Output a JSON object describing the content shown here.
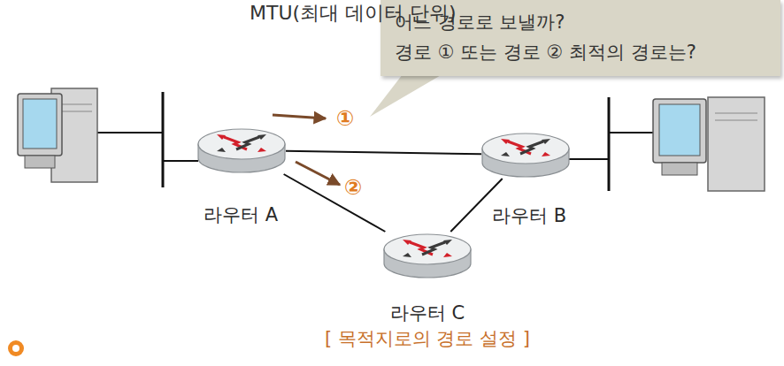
{
  "diagram": {
    "title": "MTU(최대 데이터 단위)",
    "caption": "[ 목적지로의 경로 설정 ]",
    "nodes": [
      {
        "text": [
          "어느 경로로 보낼까?",
          "경로 ① 또는 경로 ② 최적의 경로는?"
        ]
      },
      {
        "text": [
          "라우터 A"
        ]
      },
      {
        "text": [
          "라우터 B"
        ]
      },
      {
        "text": [
          "라우터 C"
        ]
      }
    ],
    "edges": [
      {
        "from": 1,
        "to": 2,
        "arrow": "none"
      },
      {
        "from": 1,
        "to": 3,
        "arrow": "none"
      },
      {
        "from": 3,
        "to": 2,
        "arrow": "none"
      }
    ],
    "labels": [
      "①",
      "②"
    ]
  }
}
